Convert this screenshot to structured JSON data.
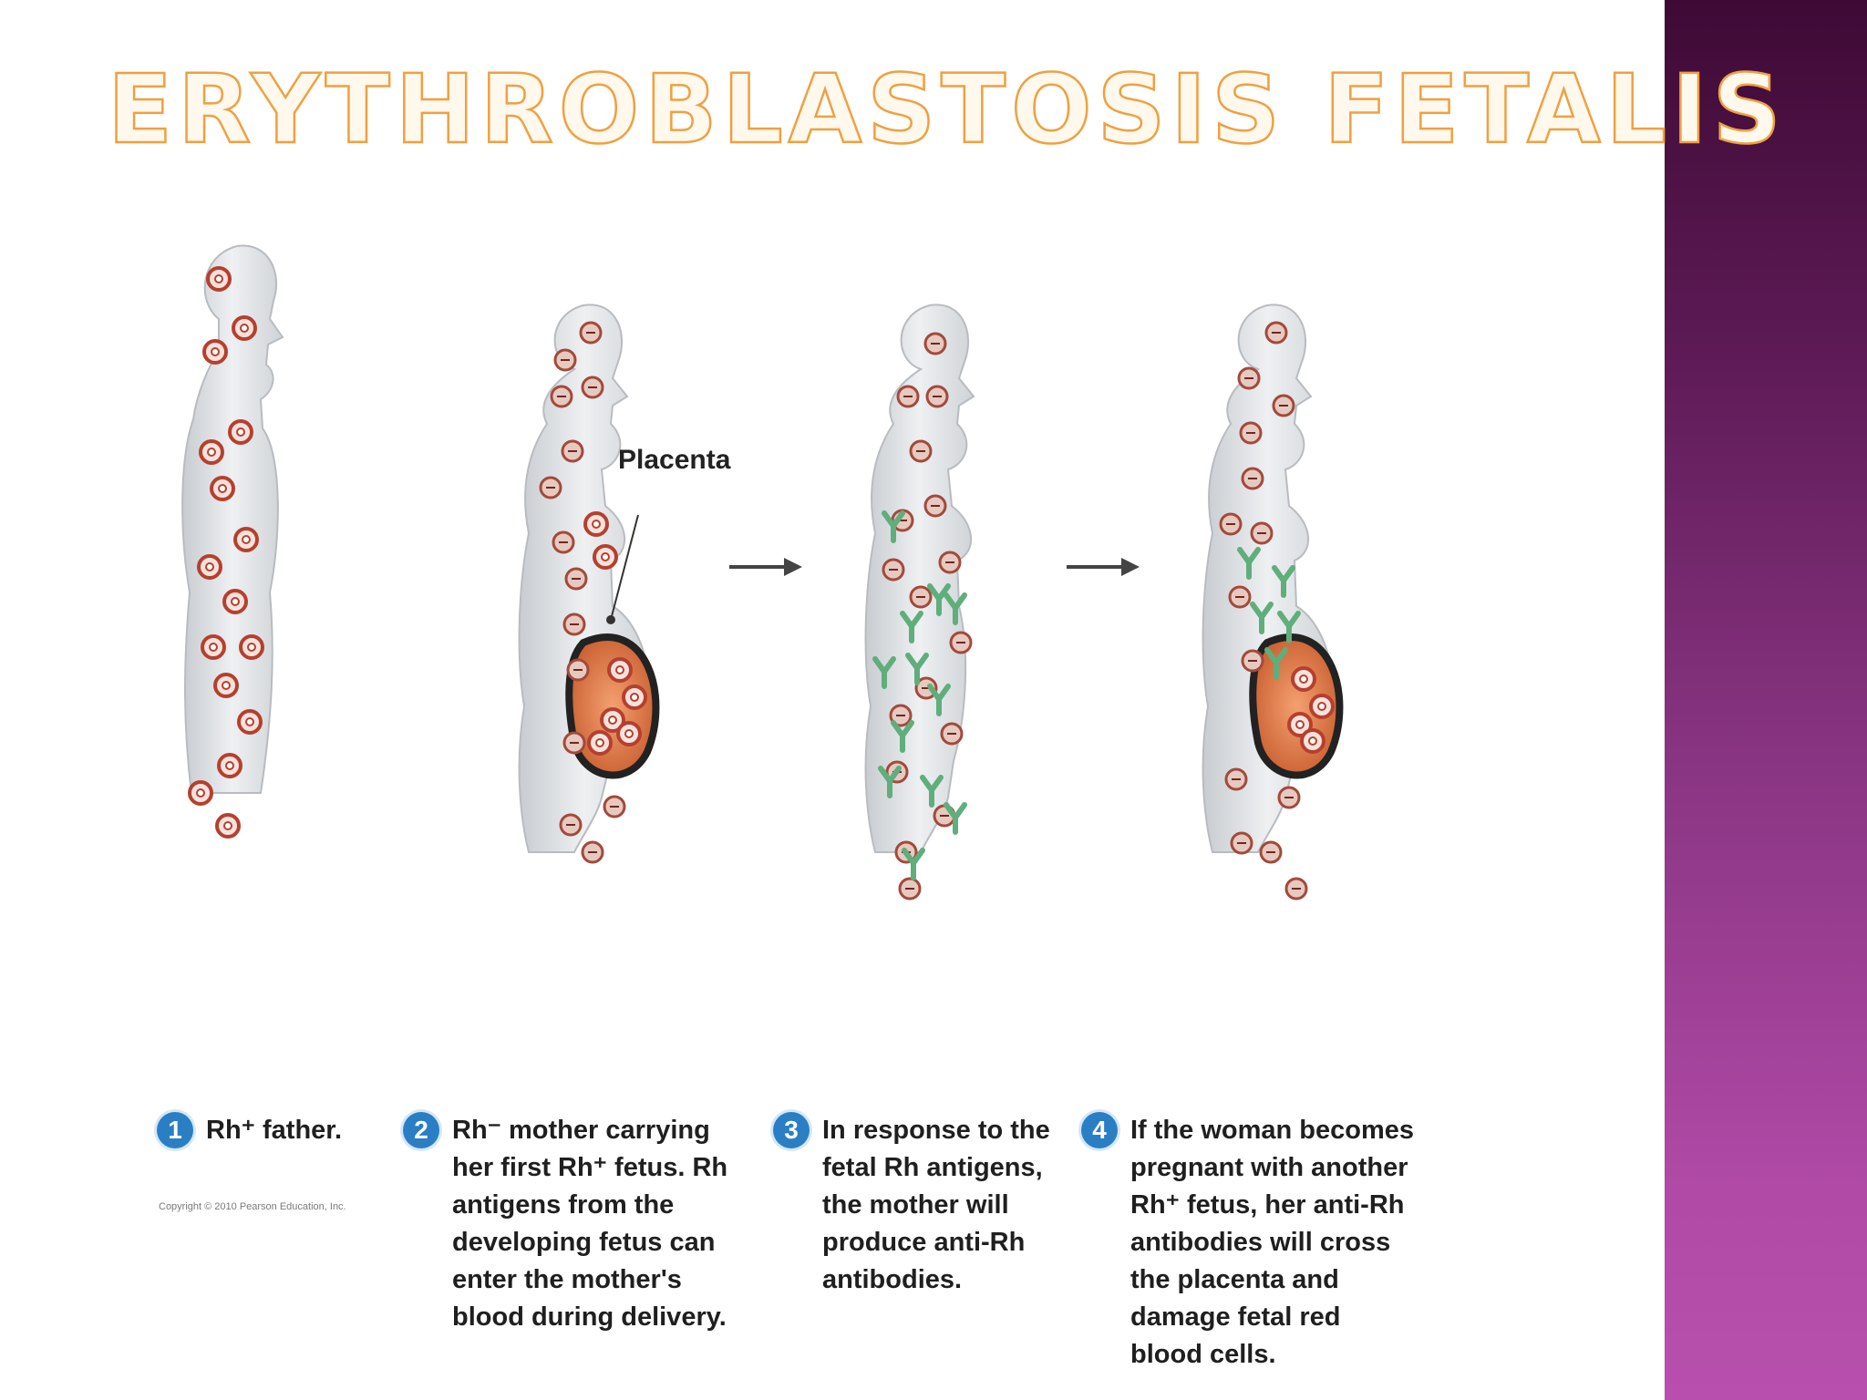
{
  "slide": {
    "title": "ERYTHROBLASTOSIS FETALIS",
    "accent_color": "#f0a040",
    "side_band_colors": [
      "#3e0a35",
      "#b84fae"
    ]
  },
  "figure": {
    "placenta_label": "Placenta",
    "steps": [
      {
        "number": "1",
        "text": "Rh⁺ father."
      },
      {
        "number": "2",
        "text": "Rh⁻ mother carrying\nher first Rh⁺ fetus.  Rh\nantigens from the\ndeveloping fetus can\nenter the mother's\nblood during delivery."
      },
      {
        "number": "3",
        "text": "In response to the\nfetal Rh antigens,\nthe mother will\nproduce anti-Rh\nantibodies."
      },
      {
        "number": "4",
        "text": "If the woman becomes\npregnant with another\nRh⁺ fetus, her anti-Rh\nantibodies will cross\nthe placenta and\ndamage fetal red\nblood cells."
      }
    ],
    "copyright": "Copyright © 2010 Pearson Education, Inc."
  }
}
